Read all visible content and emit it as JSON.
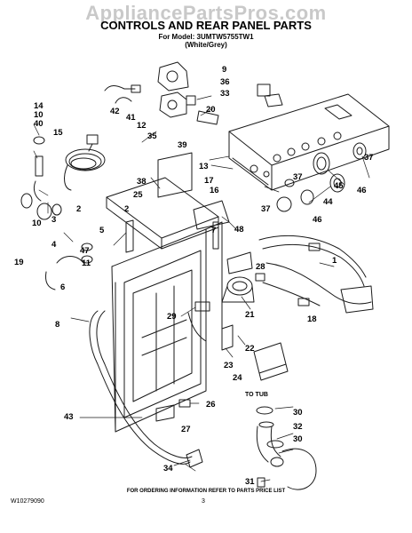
{
  "header": {
    "watermark": "AppliancePartsPros.com",
    "title": "CONTROLS AND REAR PANEL PARTS",
    "model_line": "For Model: 3UMTW5755TW1",
    "color_line": "(White/Grey)"
  },
  "callouts": [
    "1",
    "2",
    "2",
    "3",
    "4",
    "5",
    "6",
    "7",
    "8",
    "9",
    "10",
    "10",
    "11",
    "12",
    "13",
    "14",
    "15",
    "16",
    "17",
    "18",
    "19",
    "20",
    "21",
    "22",
    "23",
    "24",
    "25",
    "26",
    "27",
    "28",
    "29",
    "30",
    "30",
    "31",
    "32",
    "33",
    "34",
    "35",
    "36",
    "37",
    "37",
    "37",
    "38",
    "39",
    "40",
    "41",
    "42",
    "43",
    "44",
    "45",
    "46",
    "46",
    "47",
    "48"
  ],
  "annotation": "TO TUB",
  "footer": {
    "note": "FOR ORDERING INFORMATION REFER TO PARTS PRICE LIST",
    "doc_number": "W10279090",
    "page_number": "3"
  },
  "colors": {
    "line": "#1a1a1a",
    "watermark": "#c9c9c9",
    "background": "#ffffff"
  }
}
